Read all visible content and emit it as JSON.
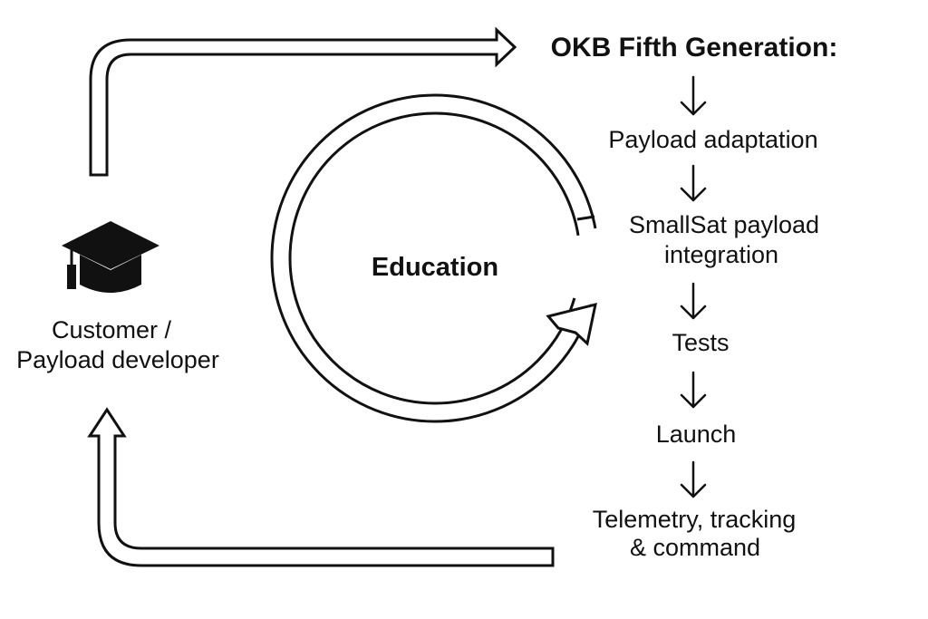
{
  "diagram": {
    "title": "OKB Fifth Generation:",
    "steps": [
      [
        "Payload adaptation"
      ],
      [
        "SmallSat payload",
        "integration"
      ],
      [
        "Tests"
      ],
      [
        "Launch"
      ],
      [
        "Telemetry, tracking",
        "& command"
      ]
    ],
    "center_label": "Education",
    "actor": {
      "icon": "graduation-cap-icon",
      "lines": [
        "Customer /",
        "Payload developer"
      ]
    }
  }
}
